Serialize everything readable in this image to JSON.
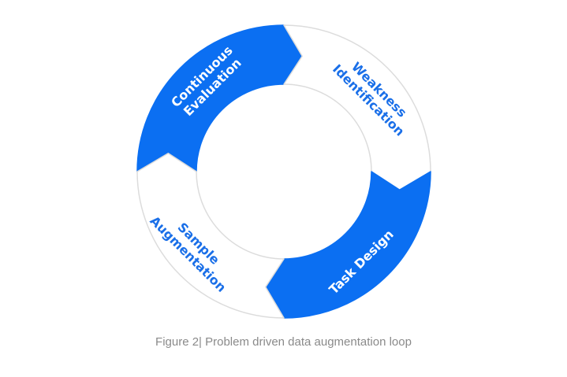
{
  "colors": {
    "blue": "#0b6ff2",
    "white_fill": "#ffffff",
    "outline": "#dcdcdc",
    "text_blue": "#1a6fe8",
    "caption": "#8a8a8a"
  },
  "segments": [
    {
      "name": "continuous-evaluation",
      "lines": [
        "Continuous",
        "Evaluation"
      ],
      "style": "blue"
    },
    {
      "name": "weakness-identification",
      "lines": [
        "Weakness",
        "Identification"
      ],
      "style": "white"
    },
    {
      "name": "task-design",
      "lines": [
        "Task Design"
      ],
      "style": "blue"
    },
    {
      "name": "sample-augmentation",
      "lines": [
        "Sample",
        "Augmentation"
      ],
      "style": "white"
    }
  ],
  "caption": "Figure 2| Problem driven data augmentation loop"
}
